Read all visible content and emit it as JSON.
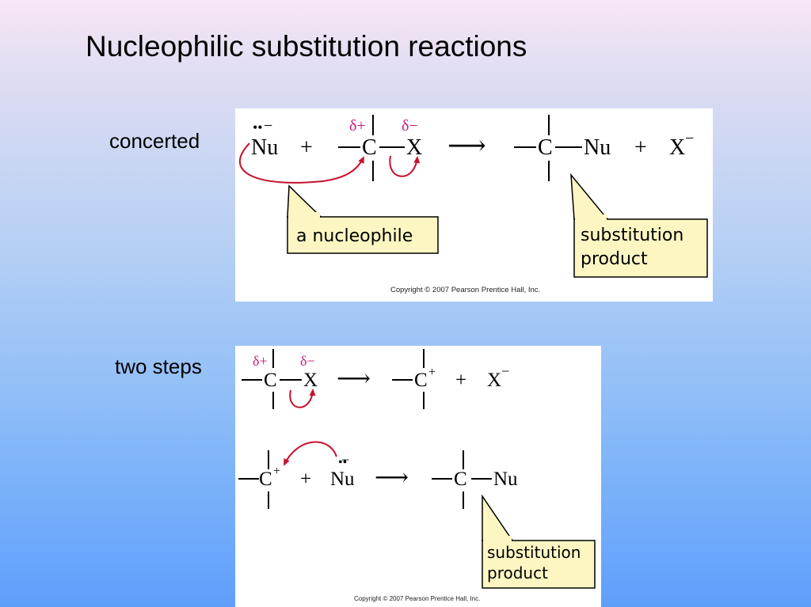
{
  "slide": {
    "title": "Nucleophilic substitution reactions"
  },
  "concerted": {
    "label": "concerted",
    "nucleophile": "Nu",
    "lone_pair": "••",
    "nu_charge": "−",
    "plus": "+",
    "carbon": "C",
    "leaving_group": "X",
    "delta_plus": "δ+",
    "delta_minus": "δ−",
    "arrow": "⟶",
    "product_carbon": "C",
    "product_nu": "Nu",
    "product_plus": "+",
    "product_x": "X",
    "product_x_charge": "−",
    "callout_nucleophile": "a nucleophile",
    "callout_product_line1": "substitution",
    "callout_product_line2": "product",
    "copyright": "Copyright © 2007 Pearson Prentice Hall, Inc."
  },
  "two_steps": {
    "label": "two steps",
    "step1": {
      "delta_plus": "δ+",
      "delta_minus": "δ−",
      "carbon": "C",
      "leaving_group": "X",
      "arrow": "⟶",
      "cation_carbon": "C",
      "cation_charge": "+",
      "plus": "+",
      "x_ion": "X",
      "x_charge": "−"
    },
    "step2": {
      "cation_carbon": "C",
      "cation_charge": "+",
      "plus": "+",
      "nucleophile": "Nu",
      "lone_pair": "••",
      "nu_charge": "−",
      "arrow": "⟶",
      "product_carbon": "C",
      "product_nu": "Nu"
    },
    "callout_product_line1": "substitution",
    "callout_product_line2": "product",
    "copyright": "Copyright © 2007 Pearson Prentice Hall, Inc."
  },
  "colors": {
    "arrow_red": "#c8102e",
    "delta_magenta": "#c81b78",
    "callout_fill": "#fdf6c3"
  }
}
